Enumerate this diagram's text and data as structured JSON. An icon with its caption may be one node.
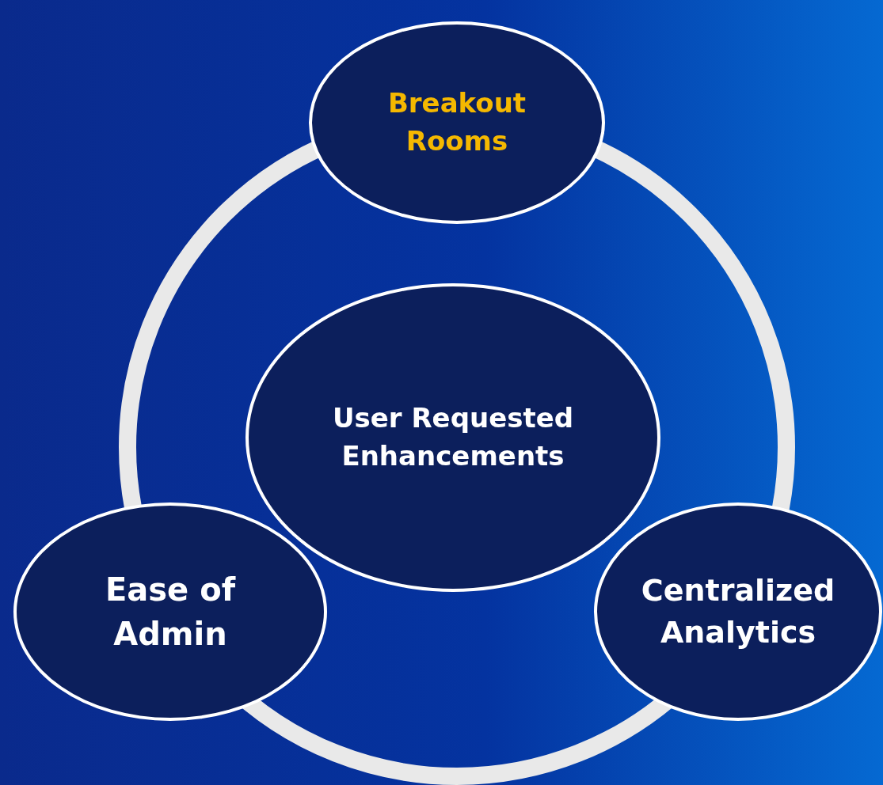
{
  "diagram": {
    "nodes": [
      {
        "text": [
          "Breakout Rooms"
        ]
      },
      {
        "text": [
          "User Requested Enhancements"
        ]
      },
      {
        "text": [
          "Ease of Admin"
        ]
      },
      {
        "text": [
          "Centralized Analytics"
        ]
      }
    ]
  }
}
